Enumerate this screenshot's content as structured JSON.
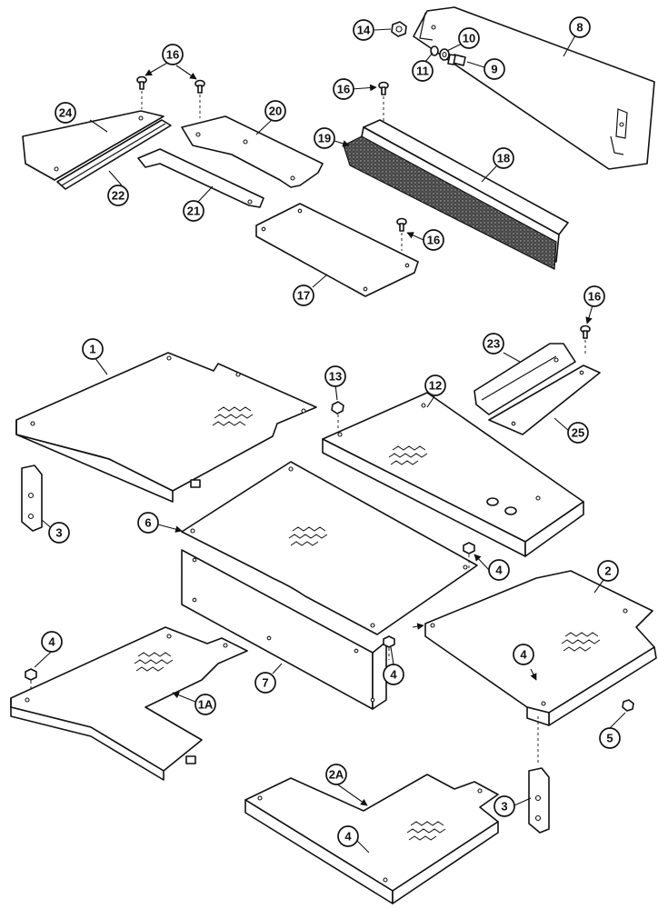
{
  "callouts": {
    "c1": "1",
    "c1a": "1A",
    "c2": "2",
    "c2a": "2A",
    "c3a": "3",
    "c3b": "3",
    "c4a": "4",
    "c4b": "4",
    "c4c": "4",
    "c4d": "4",
    "c4e": "4",
    "c5": "5",
    "c6": "6",
    "c7": "7",
    "c8": "8",
    "c9": "9",
    "c10": "10",
    "c11": "11",
    "c12": "12",
    "c13": "13",
    "c14": "14",
    "c16a": "16",
    "c16b": "16",
    "c16c": "16",
    "c16d": "16",
    "c17": "17",
    "c18": "18",
    "c19": "19",
    "c20": "20",
    "c21": "21",
    "c22": "22",
    "c23": "23",
    "c24": "24",
    "c25": "25"
  }
}
